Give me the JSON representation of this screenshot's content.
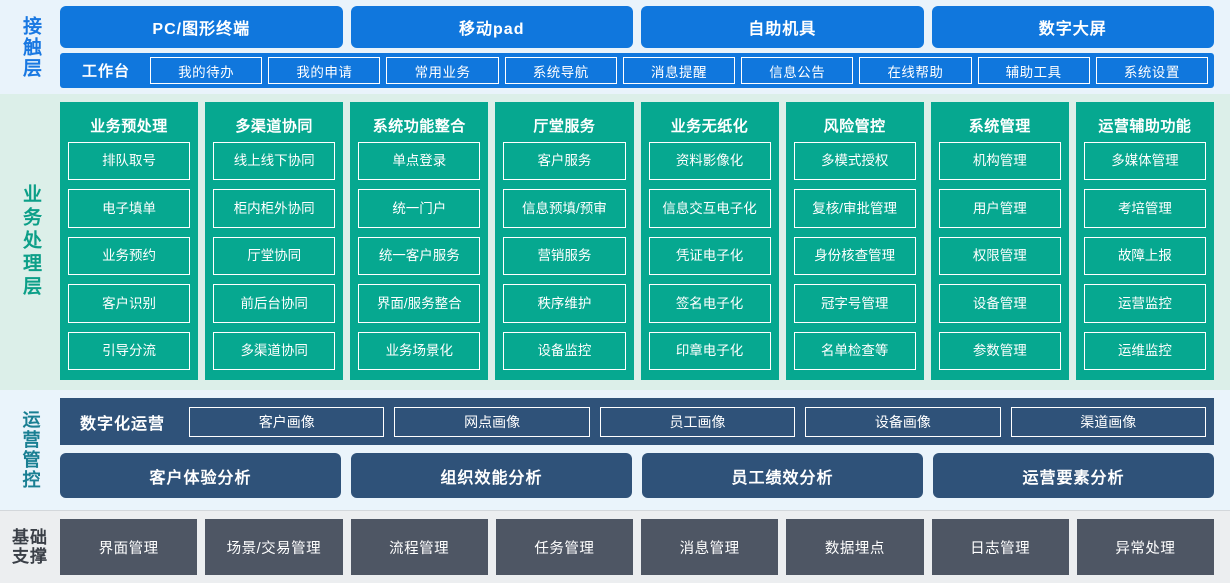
{
  "layers": {
    "touch": {
      "label": "接触层",
      "accent": "#1077dd",
      "terminals": [
        {
          "label": "PC/图形终端"
        },
        {
          "label": "移动pad"
        },
        {
          "label": "自助机具"
        },
        {
          "label": "数字大屏"
        }
      ],
      "workbench_label": "工作台",
      "nav_items": [
        {
          "label": "我的待办"
        },
        {
          "label": "我的申请"
        },
        {
          "label": "常用业务"
        },
        {
          "label": "系统导航"
        },
        {
          "label": "消息提醒"
        },
        {
          "label": "信息公告"
        },
        {
          "label": "在线帮助"
        },
        {
          "label": "辅助工具"
        },
        {
          "label": "系统设置"
        }
      ]
    },
    "business": {
      "label": "业务处理层",
      "accent": "#06a890",
      "columns": [
        {
          "title": "业务预处理",
          "items": [
            {
              "label": "排队取号"
            },
            {
              "label": "电子填单"
            },
            {
              "label": "业务预约"
            },
            {
              "label": "客户识别"
            },
            {
              "label": "引导分流"
            }
          ]
        },
        {
          "title": "多渠道协同",
          "items": [
            {
              "label": "线上线下协同"
            },
            {
              "label": "柜内柜外协同"
            },
            {
              "label": "厅堂协同"
            },
            {
              "label": "前后台协同"
            },
            {
              "label": "多渠道协同"
            }
          ]
        },
        {
          "title": "系统功能整合",
          "items": [
            {
              "label": "单点登录"
            },
            {
              "label": "统一门户"
            },
            {
              "label": "统一客户服务"
            },
            {
              "label": "界面/服务整合"
            },
            {
              "label": "业务场景化"
            }
          ]
        },
        {
          "title": "厅堂服务",
          "items": [
            {
              "label": "客户服务"
            },
            {
              "label": "信息预填/预审"
            },
            {
              "label": "营销服务"
            },
            {
              "label": "秩序维护"
            },
            {
              "label": "设备监控"
            }
          ]
        },
        {
          "title": "业务无纸化",
          "items": [
            {
              "label": "资料影像化"
            },
            {
              "label": "信息交互电子化"
            },
            {
              "label": "凭证电子化"
            },
            {
              "label": "签名电子化"
            },
            {
              "label": "印章电子化"
            }
          ]
        },
        {
          "title": "风险管控",
          "items": [
            {
              "label": "多模式授权"
            },
            {
              "label": "复核/审批管理"
            },
            {
              "label": "身份核查管理"
            },
            {
              "label": "冠字号管理"
            },
            {
              "label": "名单检查等"
            }
          ]
        },
        {
          "title": "系统管理",
          "items": [
            {
              "label": "机构管理"
            },
            {
              "label": "用户管理"
            },
            {
              "label": "权限管理"
            },
            {
              "label": "设备管理"
            },
            {
              "label": "参数管理"
            }
          ]
        },
        {
          "title": "运营辅助功能",
          "items": [
            {
              "label": "多媒体管理"
            },
            {
              "label": "考培管理"
            },
            {
              "label": "故障上报"
            },
            {
              "label": "运营监控"
            },
            {
              "label": "运维监控"
            }
          ]
        }
      ]
    },
    "operations": {
      "label": "运营管控",
      "accent": "#2f5279",
      "digital_label": "数字化运营",
      "portraits": [
        {
          "label": "客户画像"
        },
        {
          "label": "网点画像"
        },
        {
          "label": "员工画像"
        },
        {
          "label": "设备画像"
        },
        {
          "label": "渠道画像"
        }
      ],
      "analyses": [
        {
          "label": "客户体验分析"
        },
        {
          "label": "组织效能分析"
        },
        {
          "label": "员工绩效分析"
        },
        {
          "label": "运营要素分析"
        }
      ]
    },
    "foundation": {
      "label_line1": "基础",
      "label_line2": "支撑",
      "accent": "#4e5664",
      "items": [
        {
          "label": "界面管理"
        },
        {
          "label": "场景/交易管理"
        },
        {
          "label": "流程管理"
        },
        {
          "label": "任务管理"
        },
        {
          "label": "消息管理"
        },
        {
          "label": "数据埋点"
        },
        {
          "label": "日志管理"
        },
        {
          "label": "异常处理"
        }
      ]
    }
  }
}
